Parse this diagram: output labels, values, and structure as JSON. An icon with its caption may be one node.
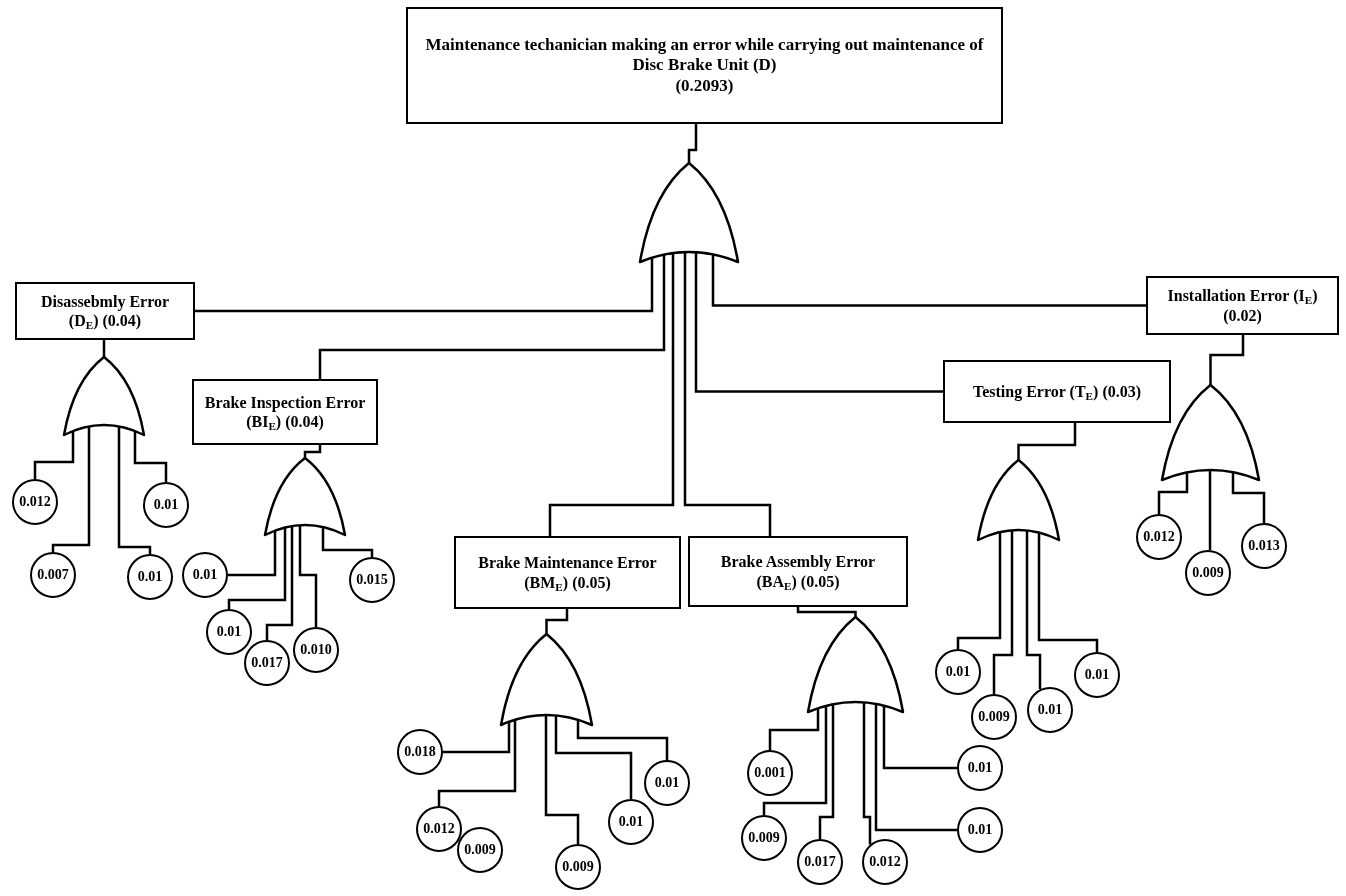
{
  "diagram": {
    "nodes": [
      {
        "text": [
          "Maintenance techanician making an error while carrying out maintenance of Disc Brake Unit (D)",
          "(0.2093)"
        ]
      },
      {
        "text": [],
        "shape": "gate"
      },
      {
        "text": [
          "Disassebmly Error (D$_{E}$) (0.04)"
        ]
      },
      {
        "text": [
          "Installation Error (I$_{E}$) (0.02)"
        ]
      },
      {
        "text": [
          "Brake Inspection Error (BI$_{E}$) (0.04)"
        ]
      },
      {
        "text": [
          "Testing Error (T$_{E}$) (0.03)"
        ]
      },
      {
        "text": [
          "Brake Maintenance Error (BM$_{E}$) (0.05)"
        ]
      },
      {
        "text": [
          "Brake Assembly Error (BA$_{E}$) (0.05)"
        ]
      },
      {
        "text": [],
        "shape": "gate"
      },
      {
        "text": [],
        "shape": "gate"
      },
      {
        "text": [],
        "shape": "gate"
      },
      {
        "text": [],
        "shape": "gate"
      },
      {
        "text": [],
        "shape": "gate"
      },
      {
        "text": [],
        "shape": "gate"
      },
      {
        "text": [
          "0.012"
        ]
      },
      {
        "text": [
          "0.01"
        ]
      },
      {
        "text": [
          "0.007"
        ]
      },
      {
        "text": [
          "0.01"
        ]
      },
      {
        "text": [
          "0.01"
        ]
      },
      {
        "text": [
          "0.015"
        ]
      },
      {
        "text": [
          "0.01"
        ]
      },
      {
        "text": [
          "0.017"
        ]
      },
      {
        "text": [
          "0.010"
        ]
      },
      {
        "text": [
          "0.018"
        ]
      },
      {
        "text": [
          "0.01"
        ]
      },
      {
        "text": [
          "0.012"
        ]
      },
      {
        "text": [
          "0.009"
        ]
      },
      {
        "text": [
          "0.01"
        ]
      },
      {
        "text": [
          "0.009"
        ]
      },
      {
        "text": [
          "0.001"
        ]
      },
      {
        "text": [
          "0.01"
        ]
      },
      {
        "text": [
          "0.009"
        ]
      },
      {
        "text": [
          "0.017"
        ]
      },
      {
        "text": [
          "0.012"
        ]
      },
      {
        "text": [
          "0.01"
        ]
      },
      {
        "text": [
          "0.01"
        ]
      },
      {
        "text": [
          "0.009"
        ]
      },
      {
        "text": [
          "0.01"
        ]
      },
      {
        "text": [
          "0.01"
        ]
      },
      {
        "text": [
          "0.012"
        ]
      },
      {
        "text": [
          "0.009"
        ]
      },
      {
        "text": [
          "0.013"
        ]
      }
    ],
    "edges": [
      {
        "from": 0,
        "to": 1,
        "arrow": "none"
      },
      {
        "from": 1,
        "to": 2,
        "arrow": "none"
      },
      {
        "from": 1,
        "to": 4,
        "arrow": "none"
      },
      {
        "from": 1,
        "to": 6,
        "arrow": "none"
      },
      {
        "from": 1,
        "to": 7,
        "arrow": "none"
      },
      {
        "from": 1,
        "to": 5,
        "arrow": "none"
      },
      {
        "from": 1,
        "to": 3,
        "arrow": "none"
      },
      {
        "from": 2,
        "to": 8,
        "arrow": "none"
      },
      {
        "from": 4,
        "to": 9,
        "arrow": "none"
      },
      {
        "from": 6,
        "to": 10,
        "arrow": "none"
      },
      {
        "from": 7,
        "to": 11,
        "arrow": "none"
      },
      {
        "from": 5,
        "to": 12,
        "arrow": "none"
      },
      {
        "from": 3,
        "to": 13,
        "arrow": "none"
      },
      {
        "from": 8,
        "to": 14,
        "arrow": "none"
      },
      {
        "from": 8,
        "to": 15,
        "arrow": "none"
      },
      {
        "from": 8,
        "to": 16,
        "arrow": "none"
      },
      {
        "from": 8,
        "to": 17,
        "arrow": "none"
      },
      {
        "from": 9,
        "to": 18,
        "arrow": "none"
      },
      {
        "from": 9,
        "to": 19,
        "arrow": "none"
      },
      {
        "from": 9,
        "to": 20,
        "arrow": "none"
      },
      {
        "from": 9,
        "to": 21,
        "arrow": "none"
      },
      {
        "from": 9,
        "to": 22,
        "arrow": "none"
      },
      {
        "from": 10,
        "to": 23,
        "arrow": "none"
      },
      {
        "from": 10,
        "to": 24,
        "arrow": "none"
      },
      {
        "from": 10,
        "to": 25,
        "arrow": "none"
      },
      {
        "from": 10,
        "to": 28,
        "arrow": "none"
      },
      {
        "from": 10,
        "to": 27,
        "arrow": "none"
      },
      {
        "from": 11,
        "to": 29,
        "arrow": "none"
      },
      {
        "from": 11,
        "to": 30,
        "arrow": "none"
      },
      {
        "from": 11,
        "to": 31,
        "arrow": "none"
      },
      {
        "from": 11,
        "to": 32,
        "arrow": "none"
      },
      {
        "from": 11,
        "to": 33,
        "arrow": "none"
      },
      {
        "from": 11,
        "to": 34,
        "arrow": "none"
      },
      {
        "from": 12,
        "to": 35,
        "arrow": "none"
      },
      {
        "from": 12,
        "to": 36,
        "arrow": "none"
      },
      {
        "from": 12,
        "to": 37,
        "arrow": "none"
      },
      {
        "from": 12,
        "to": 38,
        "arrow": "none"
      },
      {
        "from": 13,
        "to": 39,
        "arrow": "none"
      },
      {
        "from": 13,
        "to": 40,
        "arrow": "none"
      },
      {
        "from": 13,
        "to": 41,
        "arrow": "none"
      }
    ]
  }
}
